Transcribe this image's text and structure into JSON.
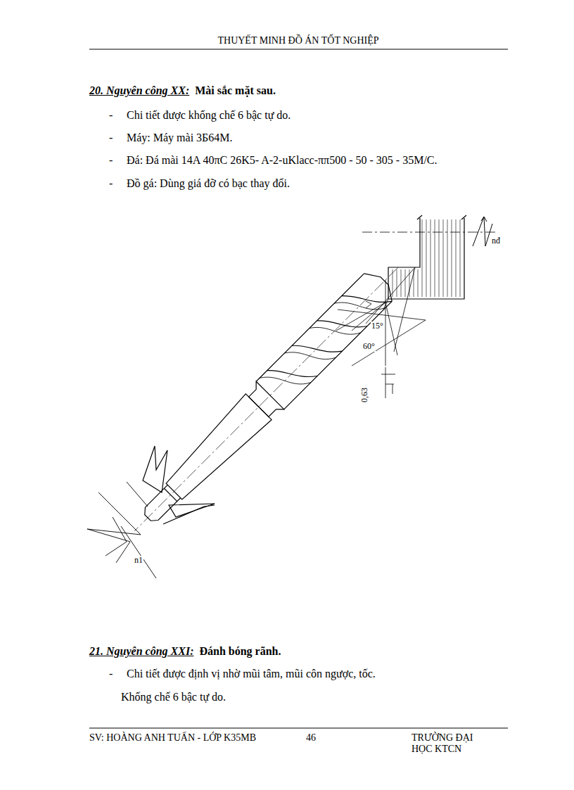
{
  "diagram": {
    "title": "THUYẾT MINH ĐỒ ÁN TỐT NGHIỆP",
    "labels": [
      "20. Nguyên công XX:",
      "Mài sắc mặt sau.",
      "-",
      "Chi tiết  được khống chế 6 bậc tự do.",
      "-",
      "Máy: Máy mài 3Б64М.",
      "-",
      "Đá: Đá mài 14A 40πC 26K5- A-2-uKlacc-ππ500 - 50 - 305 - 35M/C.",
      "-",
      "Đồ gá: Dùng giá đỡ có bạc thay đổi.",
      "15°",
      "60°",
      "0,63",
      "nđ",
      "n1",
      "21. Nguyên công XXI:",
      "Đánh bóng rãnh.",
      "-",
      "Chi tiết  được định vị nhờ mũi tâm, mũi côn ngược, tốc.",
      "Khống chế 6 bậc tự do.",
      "SV: HOÀNG ANH TUẤN - LỚP K35MB",
      "46",
      "TRƯỜNG ĐẠI HỌC KTCN"
    ]
  }
}
